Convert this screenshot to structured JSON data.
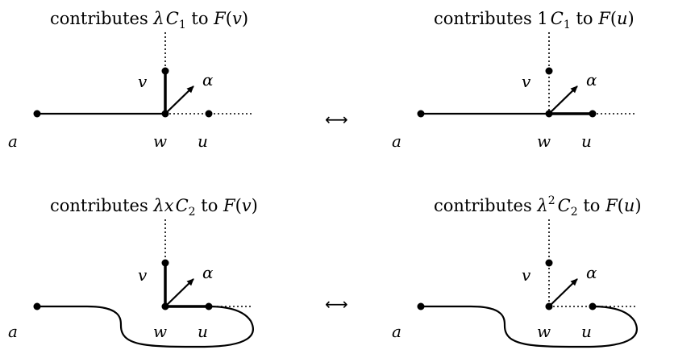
{
  "panels": [
    {
      "caption": {
        "prefix": "contributes ",
        "coef": "λ",
        "cvar": "C",
        "csub": "1",
        "tail": " to ",
        "fname": "F",
        "farg": "v"
      },
      "labels": {
        "a": "a",
        "w": "w",
        "u": "u",
        "v": "v",
        "alpha": "α"
      }
    },
    {
      "caption": {
        "prefix": "contributes ",
        "coef": "1",
        "cvar": "C",
        "csub": "1",
        "tail": " to ",
        "fname": "F",
        "farg": "u"
      },
      "labels": {
        "a": "a",
        "w": "w",
        "u": "u",
        "v": "v",
        "alpha": "α"
      }
    },
    {
      "caption": {
        "prefix": "contributes ",
        "coef": "λx",
        "cvar": "C",
        "csub": "2",
        "tail": " to ",
        "fname": "F",
        "farg": "v"
      },
      "labels": {
        "a": "a",
        "w": "w",
        "u": "u",
        "v": "v",
        "alpha": "α"
      }
    },
    {
      "caption": {
        "prefix": "contributes ",
        "coef": "λ",
        "coefsup": "2",
        "cvar": "C",
        "csub": "2",
        "tail": " to ",
        "fname": "F",
        "farg": "u"
      },
      "labels": {
        "a": "a",
        "w": "w",
        "u": "u",
        "v": "v",
        "alpha": "α"
      }
    }
  ],
  "arrows": [
    "⟷",
    "⟷"
  ]
}
